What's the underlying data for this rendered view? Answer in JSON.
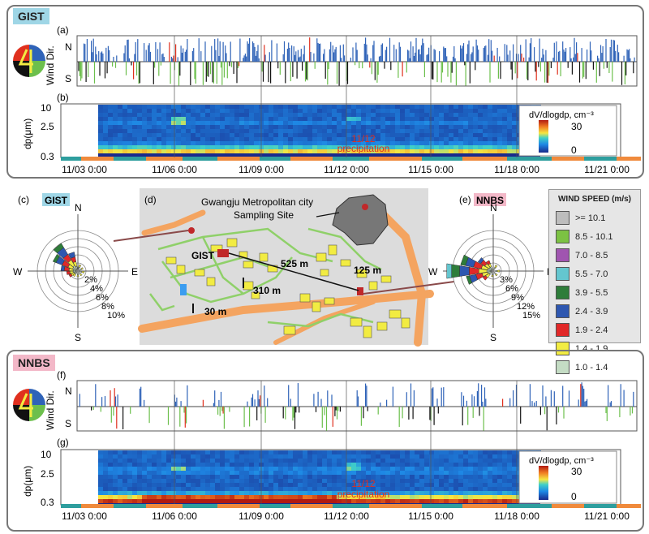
{
  "colors": {
    "north": "#2f63b8",
    "south_black": "#111111",
    "green": "#6cbf4c",
    "red": "#e0301e",
    "teal_bar": "#2e9e9e",
    "orange_bar": "#f08a3c",
    "frame": "#777777"
  },
  "sites": {
    "gist": "GIST",
    "nnbs": "NNBS"
  },
  "panels": {
    "a": "(a)",
    "b": "(b)",
    "c": "(c)",
    "d": "(d)",
    "e": "(e)",
    "f": "(f)",
    "g": "(g)"
  },
  "axes": {
    "wind_dir_label": "Wind Dir.",
    "north": "N",
    "south": "S",
    "dp_label": "dp(μm)",
    "dp_ticks": [
      "10",
      "2.5",
      "0.3"
    ],
    "time_ticks": [
      "11/03 0:00",
      "11/06 0:00",
      "11/09 0:00",
      "11/12 0:00",
      "11/15 0:00",
      "11/18 0:00",
      "11/21 0:00"
    ]
  },
  "colorbar": {
    "title": "dV/dlogdp, cm⁻³",
    "max": "30",
    "min": "0"
  },
  "annotation": {
    "line1": "11/12",
    "line2": "precipitation"
  },
  "map": {
    "title_line1": "Gwangju Metropolitan city",
    "title_line2": "Sampling Site",
    "gist_label": "GIST",
    "dist_525": "525 m",
    "dist_125": "125 m",
    "dist_310": "310 m",
    "dist_30": "30 m"
  },
  "roses": {
    "gist": {
      "compass": {
        "n": "N",
        "s": "S",
        "e": "E",
        "w": "W"
      },
      "rings": [
        "2%",
        "4%",
        "6%",
        "8%",
        "10%"
      ]
    },
    "nnbs": {
      "compass": {
        "n": "N",
        "s": "S",
        "e": "E",
        "w": "W"
      },
      "rings": [
        "3%",
        "6%",
        "9%",
        "12%",
        "15%"
      ]
    }
  },
  "wind_legend": {
    "title": "WIND SPEED (m/s)",
    "items": [
      {
        "label": ">= 10.1",
        "color": "#bdbdbd"
      },
      {
        "label": "8.5 - 10.1",
        "color": "#7cc243"
      },
      {
        "label": "7.0 - 8.5",
        "color": "#a055b0"
      },
      {
        "label": "5.5 - 7.0",
        "color": "#64c6cf"
      },
      {
        "label": "3.9 - 5.5",
        "color": "#2e7d3a"
      },
      {
        "label": "2.4 - 3.9",
        "color": "#2e57b0"
      },
      {
        "label": "1.9 - 2.4",
        "color": "#e12828"
      },
      {
        "label": "1.4 - 1.9",
        "color": "#f2ec42"
      },
      {
        "label": "1.0 - 1.4",
        "color": "#c4dcc4"
      }
    ]
  },
  "chart_data": [
    {
      "type": "heatmap",
      "panel": "(b)",
      "site": "GIST",
      "xlabel": "",
      "ylabel": "dp(μm)",
      "x_ticks": [
        "11/03 0:00",
        "11/06 0:00",
        "11/09 0:00",
        "11/12 0:00",
        "11/15 0:00",
        "11/18 0:00",
        "11/21 0:00"
      ],
      "y_ticks": [
        "0.3",
        "2.5",
        "10"
      ],
      "colorbar": {
        "label": "dV/dlogdp, cm⁻³",
        "min": 0,
        "max": 30
      },
      "annotation": "11/12 precipitation"
    },
    {
      "type": "heatmap",
      "panel": "(g)",
      "site": "NNBS",
      "xlabel": "",
      "ylabel": "dp(μm)",
      "x_ticks": [
        "11/03 0:00",
        "11/06 0:00",
        "11/09 0:00",
        "11/12 0:00",
        "11/15 0:00",
        "11/18 0:00",
        "11/21 0:00"
      ],
      "y_ticks": [
        "0.3",
        "2.5",
        "10"
      ],
      "colorbar": {
        "label": "dV/dlogdp, cm⁻³",
        "min": 0,
        "max": 30
      },
      "annotation": "11/12 precipitation"
    },
    {
      "type": "bar",
      "panel": "(c)",
      "site": "GIST",
      "description": "wind rose",
      "rings_percent": [
        2,
        4,
        6,
        8,
        10
      ],
      "dominant_direction": "NW"
    },
    {
      "type": "bar",
      "panel": "(e)",
      "site": "NNBS",
      "description": "wind rose",
      "rings_percent": [
        3,
        6,
        9,
        12,
        15
      ],
      "dominant_direction": "W"
    }
  ]
}
